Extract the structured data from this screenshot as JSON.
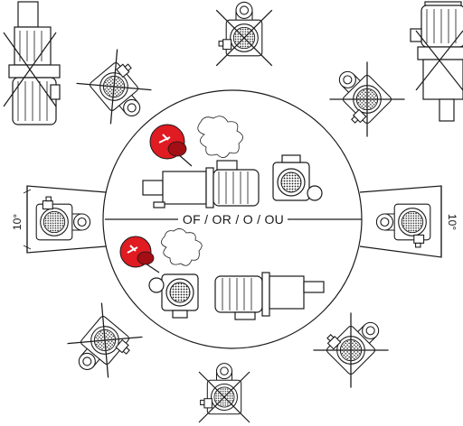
{
  "mounting_label": "OF / OR / O / OU",
  "angle_left": "10°",
  "angle_right": "10°",
  "colors": {
    "vent_plug": "#e01b22",
    "vent_plug_dark": "#a30f14",
    "line": "#1a1a1a"
  },
  "icons": [
    "vent-plug-icon",
    "vent-cloud-icon",
    "forbidden-cross-icon"
  ]
}
